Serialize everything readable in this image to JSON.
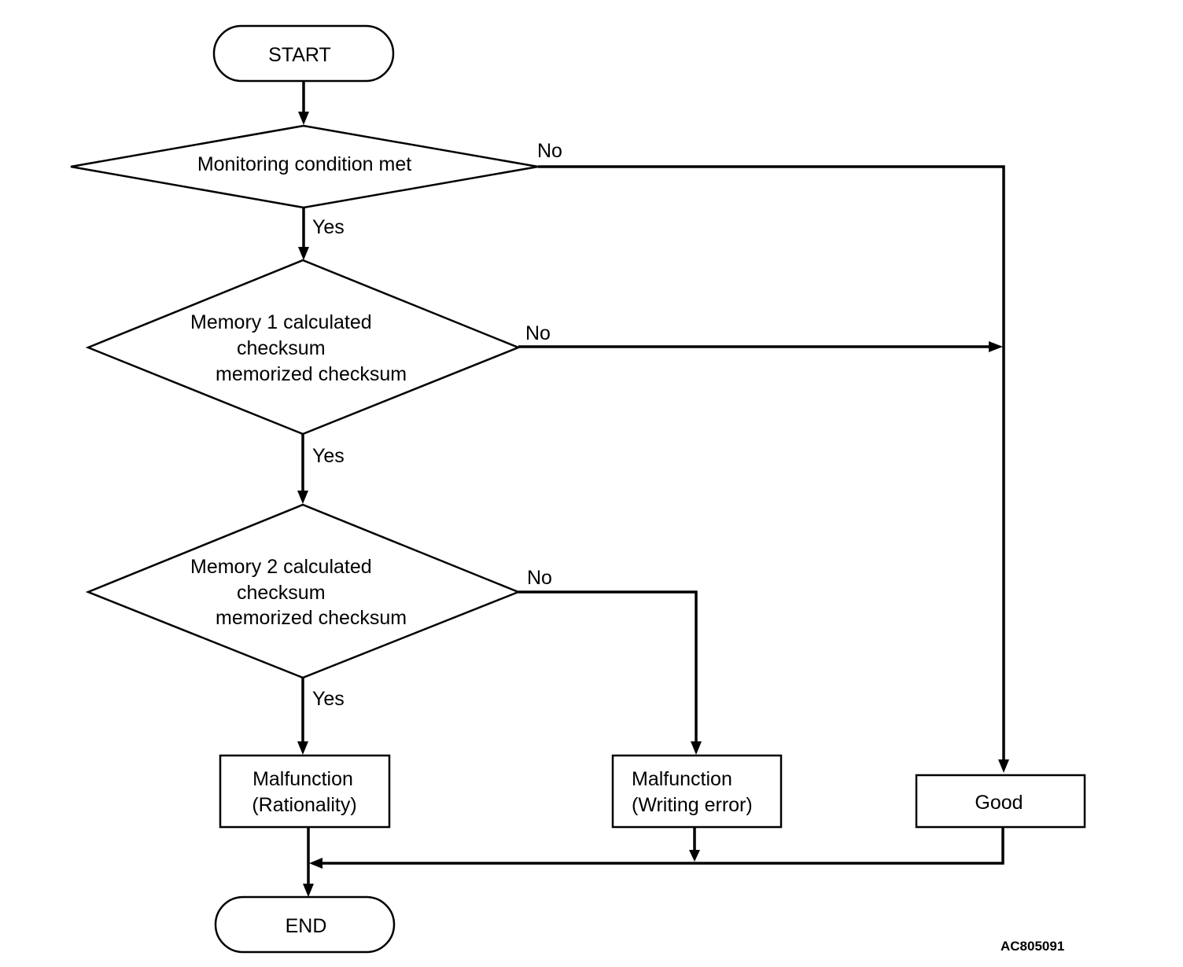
{
  "nodes": {
    "start": "START",
    "decision1": "Monitoring condition met",
    "decision2": [
      "Memory 1 calculated",
      "checksum",
      "memorized checksum"
    ],
    "decision3": [
      "Memory 2 calculated",
      "checksum",
      "memorized checksum"
    ],
    "malfunction_rationality": [
      "Malfunction",
      "(Rationality)"
    ],
    "malfunction_writing": [
      "Malfunction",
      "(Writing error)"
    ],
    "good": "Good",
    "end": "END"
  },
  "edge_labels": {
    "d1_no": "No",
    "d1_yes": "Yes",
    "d2_no": "No",
    "d2_yes": "Yes",
    "d3_no": "No",
    "d3_yes": "Yes"
  },
  "figure_id": "AC805091"
}
